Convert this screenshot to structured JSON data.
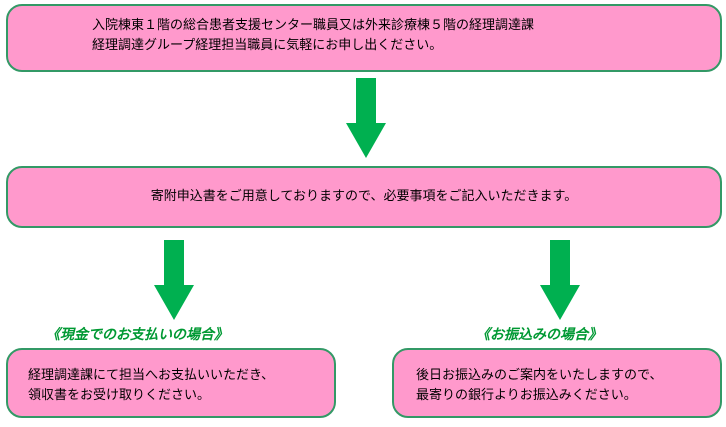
{
  "colors": {
    "box_fill": "#ff99cc",
    "box_border": "#339966",
    "arrow": "#00b050",
    "heading": "#009933"
  },
  "step1": {
    "line1": "入院棟東１階の総合患者支援センター職員又は外来診療棟５階の経理調達課",
    "line2": "経理調達グループ経理担当職員に気軽にお申し出ください。"
  },
  "step2": {
    "text": "寄附申込書をご用意しておりますので、必要事項をご記入いただきます。"
  },
  "cash": {
    "heading": "《現金でのお支払いの場合》",
    "line1": "経理調達課にて担当へお支払いいただき、",
    "line2": "領収書をお受け取りください。"
  },
  "transfer": {
    "heading": "《お振込みの場合》",
    "line1": "後日お振込みのご案内をいたしますので、",
    "line2": "最寄りの銀行よりお振込みください。"
  }
}
